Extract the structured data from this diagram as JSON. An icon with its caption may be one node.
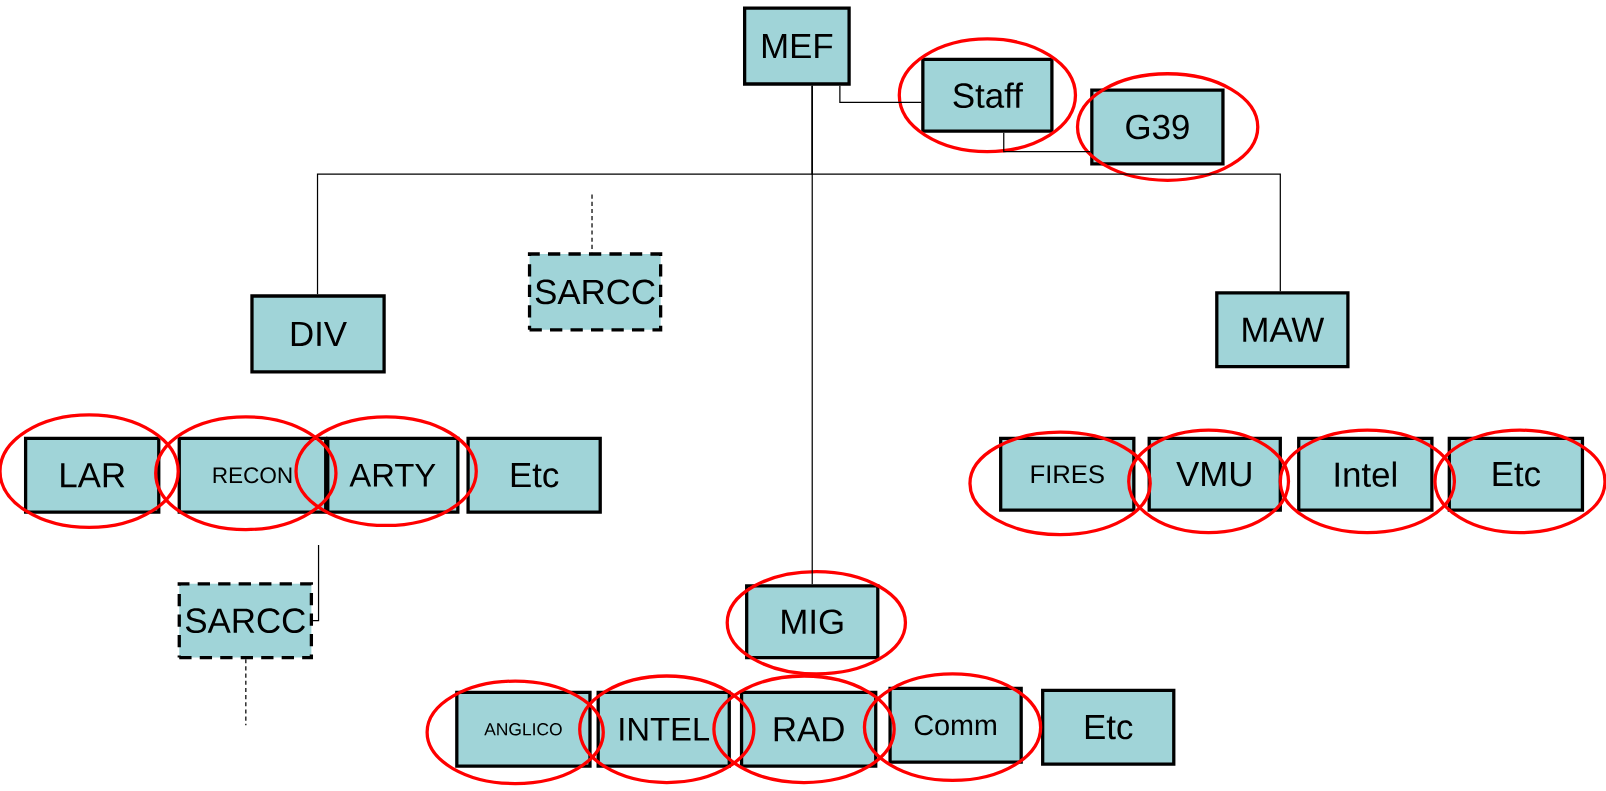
{
  "diagram": {
    "nodes": [
      {
        "text": [
          "MEF"
        ]
      },
      {
        "text": [
          "Staff"
        ]
      },
      {
        "text": [
          "G39"
        ]
      },
      {
        "text": [
          "SARCC"
        ]
      },
      {
        "text": [
          "DIV"
        ]
      },
      {
        "text": [
          "MAW"
        ]
      },
      {
        "text": [
          "LAR"
        ]
      },
      {
        "text": [
          "RECON"
        ]
      },
      {
        "text": [
          "ARTY"
        ]
      },
      {
        "text": [
          "Etc"
        ]
      },
      {
        "text": [
          "FIRES"
        ]
      },
      {
        "text": [
          "VMU"
        ]
      },
      {
        "text": [
          "Intel"
        ]
      },
      {
        "text": [
          "Etc"
        ]
      },
      {
        "text": [
          "SARCC"
        ]
      },
      {
        "text": [
          "MIG"
        ]
      },
      {
        "text": [
          "ANGLICO"
        ]
      },
      {
        "text": [
          "INTEL"
        ]
      },
      {
        "text": [
          "RAD"
        ]
      },
      {
        "text": [
          "Comm"
        ]
      },
      {
        "text": [
          "Etc"
        ]
      }
    ],
    "edges": [
      {
        "from": 0,
        "to": 1,
        "arrow": "none"
      },
      {
        "from": 1,
        "to": 2,
        "arrow": "none"
      },
      {
        "from": 0,
        "to": 4,
        "arrow": "none"
      },
      {
        "from": 0,
        "to": 5,
        "arrow": "none"
      },
      {
        "from": 0,
        "to": 15,
        "arrow": "none"
      },
      {
        "from": null,
        "to": 3,
        "arrow": "none",
        "style": "dashed"
      },
      {
        "from": null,
        "to": 14,
        "arrow": "none"
      },
      {
        "from": 14,
        "to": null,
        "arrow": "none",
        "style": "dashed"
      }
    ]
  }
}
